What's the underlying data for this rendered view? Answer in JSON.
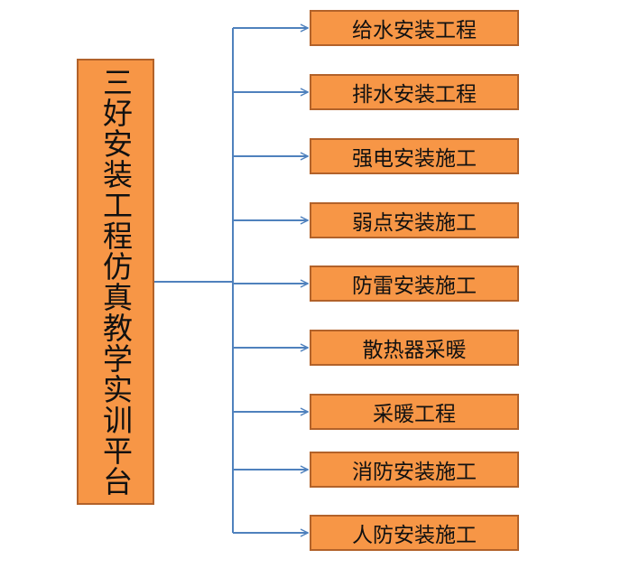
{
  "root": {
    "label": "三好安装工程仿真教学实训平台"
  },
  "children": [
    {
      "label": "给水安装工程"
    },
    {
      "label": "排水安装工程"
    },
    {
      "label": "强电安装施工"
    },
    {
      "label": "弱点安装施工"
    },
    {
      "label": "防雷安装施工"
    },
    {
      "label": "散热器采暖"
    },
    {
      "label": "采暖工程"
    },
    {
      "label": "消防安装施工"
    },
    {
      "label": "人防安装施工"
    }
  ],
  "colors": {
    "box_fill": "#f79646",
    "box_border": "#b2622a",
    "connector": "#4f81bd"
  }
}
